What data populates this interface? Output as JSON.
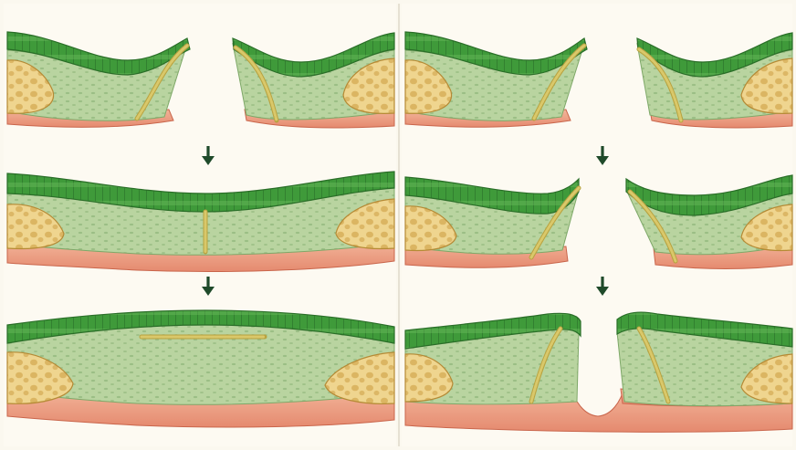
{
  "figure": {
    "columns": [
      {
        "id": "left",
        "steps": 3,
        "outcome": "fused"
      },
      {
        "id": "right",
        "steps": 3,
        "outcome": "gap"
      }
    ],
    "arrow_glyph": "down-arrow-icon",
    "colors": {
      "background": "#fbf8ef",
      "panel": "#fdfaf2",
      "divider": "#e6e1d3",
      "epithelium": "#3f9a3a",
      "epithelium_dark": "#2a6e28",
      "epithelium_light": "#69b85a",
      "stroma": "#b9d4a0",
      "stroma_dark": "#8fb57a",
      "basement_line": "#d9c86a",
      "bone_fill": "#efd58f",
      "bone_hole": "#c99a3e",
      "base_tissue": "#e58a6f",
      "base_tissue_light": "#f3b79c",
      "arrow": "#1f4a2a"
    }
  }
}
